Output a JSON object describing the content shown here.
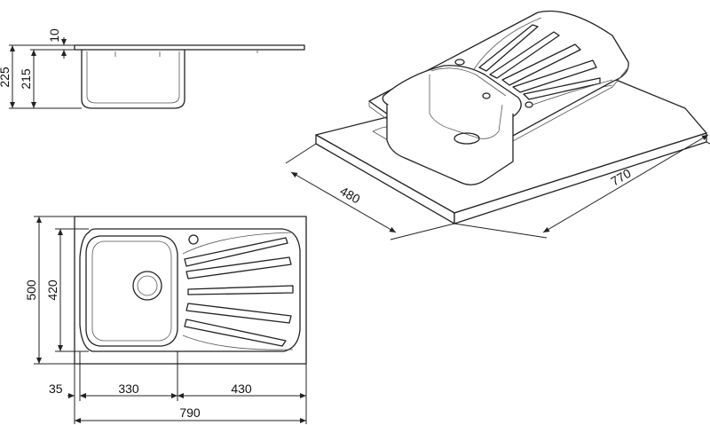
{
  "dimensions": {
    "rim_thickness": "10",
    "total_depth": "225",
    "bowl_depth": "215",
    "overall_depth": "500",
    "bowl_width": "420",
    "offset_left": "35",
    "bowl_length": "330",
    "drainer_length": "430",
    "overall_length": "790",
    "iso_depth": "480",
    "iso_length": "770"
  },
  "colors": {
    "line": "#222222",
    "background": "#ffffff"
  }
}
